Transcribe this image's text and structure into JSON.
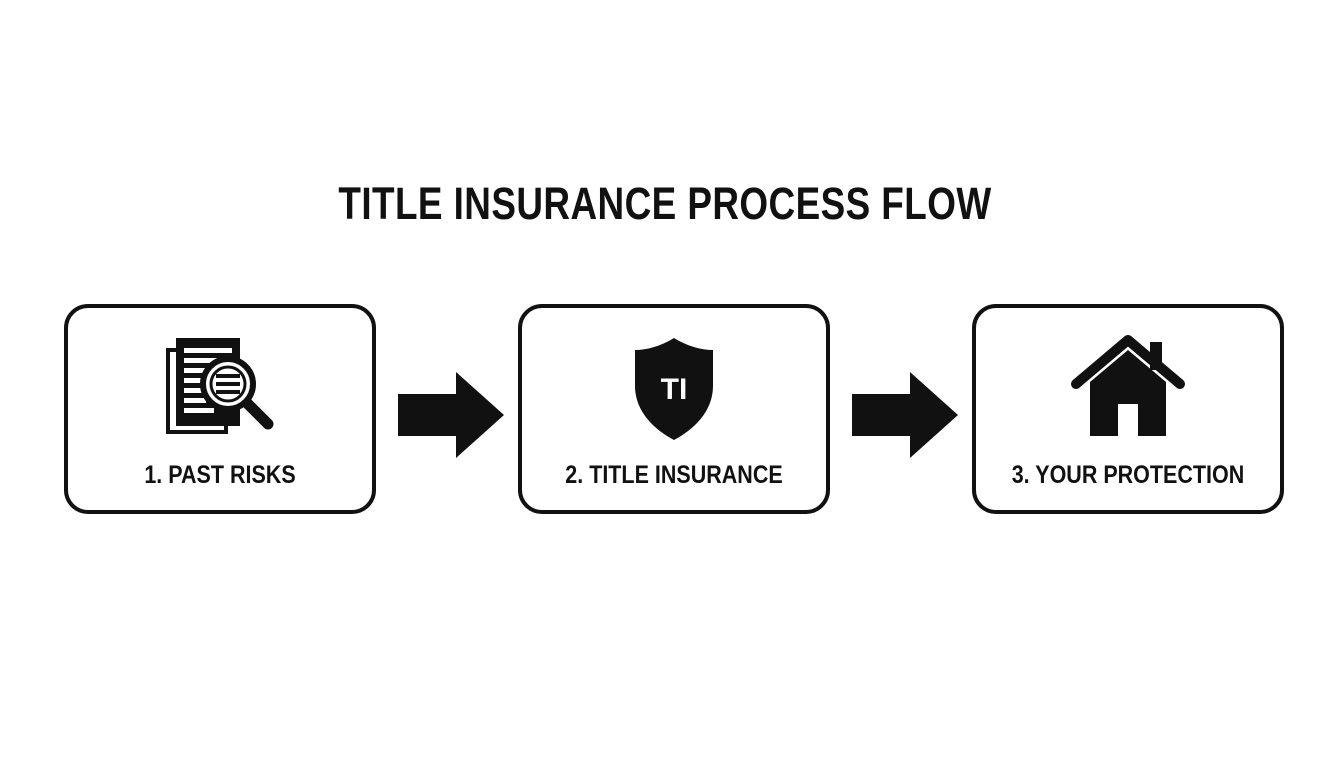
{
  "title": "TITLE INSURANCE PROCESS FLOW",
  "steps": [
    {
      "label": "1. PAST RISKS",
      "icon": "document-search-icon"
    },
    {
      "label": "2. TITLE INSURANCE",
      "icon": "shield-icon",
      "icon_text": "TI"
    },
    {
      "label": "3. YOUR PROTECTION",
      "icon": "house-icon"
    }
  ],
  "colors": {
    "ink": "#111111",
    "background": "#ffffff"
  }
}
